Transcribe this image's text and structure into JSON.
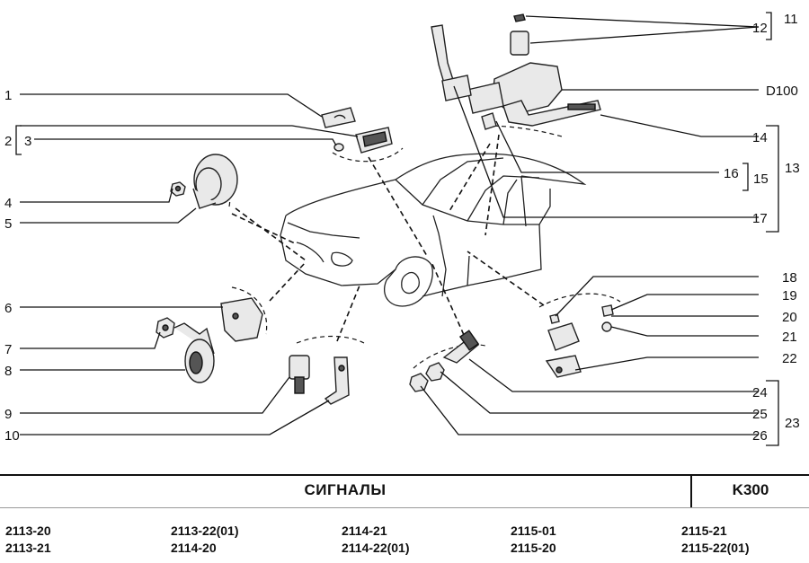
{
  "callouts": {
    "c1": "1",
    "c2": "2",
    "c3": "3",
    "c4": "4",
    "c5": "5",
    "c6": "6",
    "c7": "7",
    "c8": "8",
    "c9": "9",
    "c10": "10",
    "c11": "11",
    "c12": "12",
    "d100": "D100",
    "c13": "13",
    "c14": "14",
    "c15": "15",
    "c16": "16",
    "c17": "17",
    "c18": "18",
    "c19": "19",
    "c20": "20",
    "c21": "21",
    "c22": "22",
    "c23": "23",
    "c24": "24",
    "c25": "25",
    "c26": "26"
  },
  "footer": {
    "title": "СИГНАЛЫ",
    "code": "K300",
    "models": [
      [
        "2113-20",
        "2113-21"
      ],
      [
        "2113-22(01)",
        "2114-20"
      ],
      [
        "2114-21",
        "2114-22(01)"
      ],
      [
        "2115-01",
        "2115-20"
      ],
      [
        "2115-21",
        "2115-22(01)"
      ]
    ]
  }
}
